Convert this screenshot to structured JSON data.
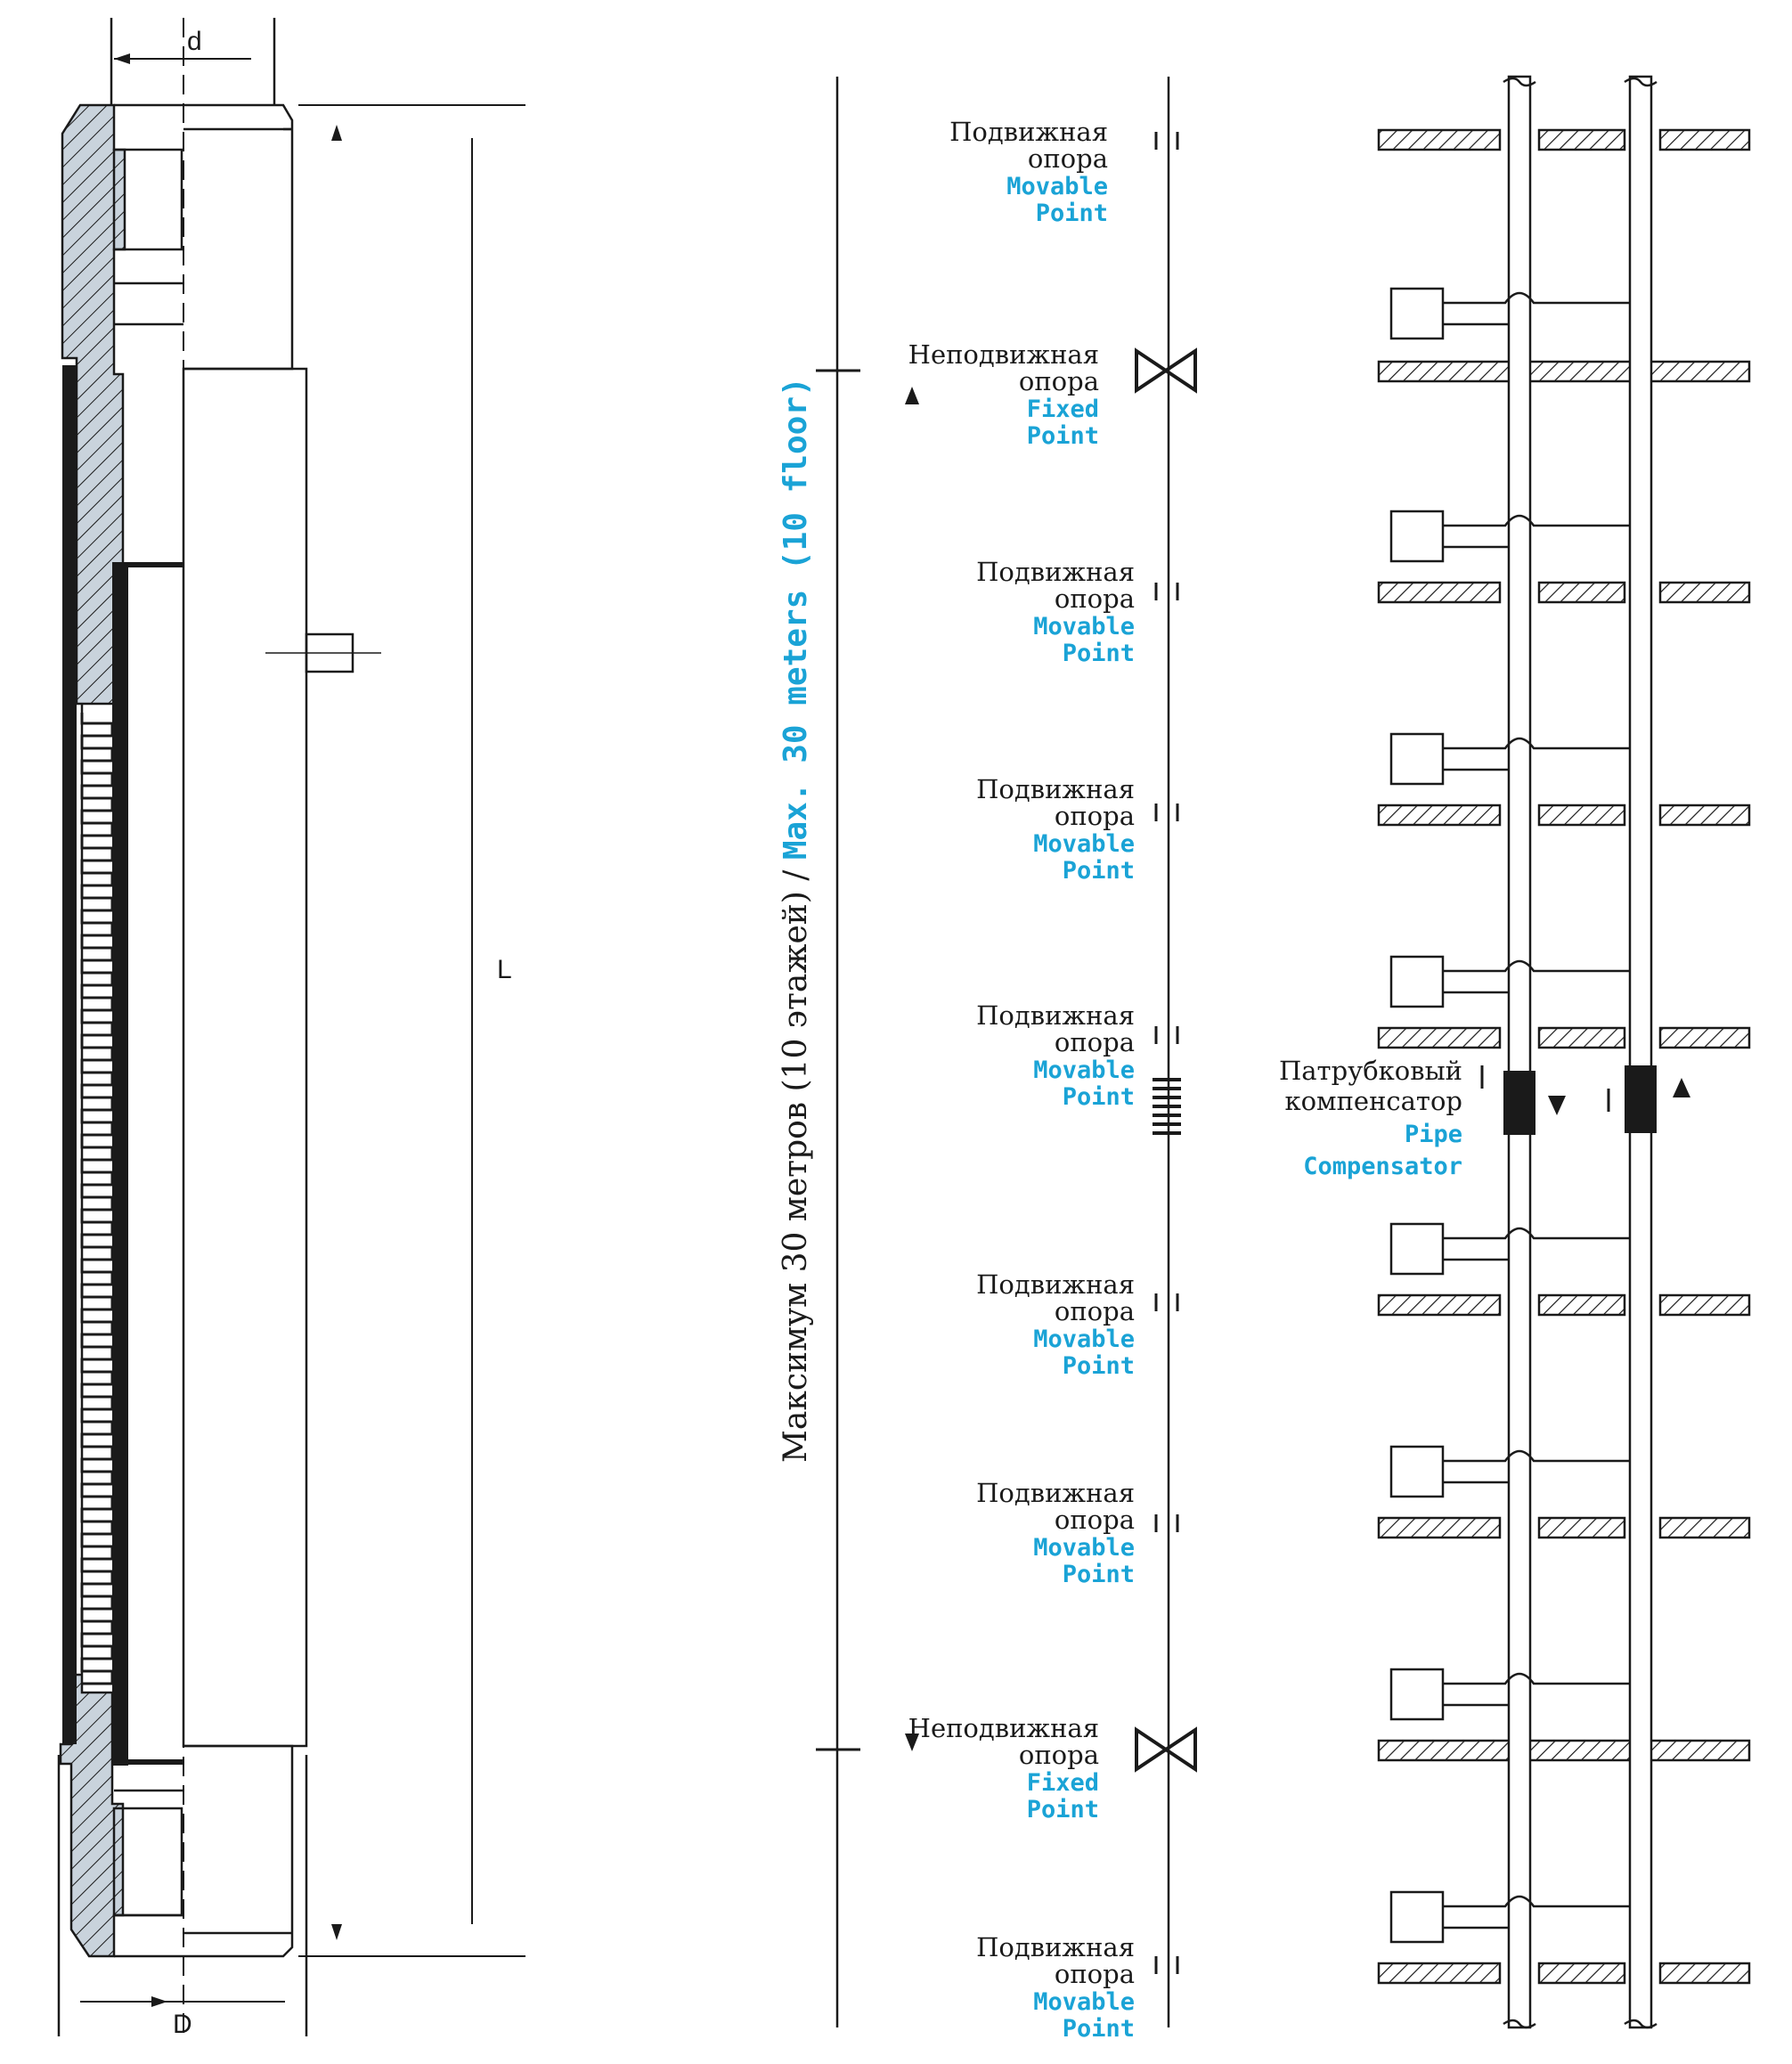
{
  "dimensions": {
    "d": "d",
    "L": "L",
    "D": "D"
  },
  "span_label": {
    "ru": "Максимум 30 метров (10 этажей)",
    "sep": " / ",
    "en": "Max. 30 meters (10 floor)"
  },
  "supports": [
    {
      "type": "movable",
      "ru1": "Подвижная",
      "ru2": "опора",
      "en1": "Movable",
      "en2": "Point"
    },
    {
      "type": "fixed",
      "ru1": "Неподвижная",
      "ru2": "опора",
      "en1": "Fixed",
      "en2": "Point"
    },
    {
      "type": "movable",
      "ru1": "Подвижная",
      "ru2": "опора",
      "en1": "Movable",
      "en2": "Point"
    },
    {
      "type": "movable",
      "ru1": "Подвижная",
      "ru2": "опора",
      "en1": "Movable",
      "en2": "Point"
    },
    {
      "type": "movable-compensator",
      "ru1": "Подвижная",
      "ru2": "опора",
      "en1": "Movable",
      "en2": "Point"
    },
    {
      "type": "movable",
      "ru1": "Подвижная",
      "ru2": "опора",
      "en1": "Movable",
      "en2": "Point"
    },
    {
      "type": "movable",
      "ru1": "Подвижная",
      "ru2": "опора",
      "en1": "Movable",
      "en2": "Point"
    },
    {
      "type": "fixed",
      "ru1": "Неподвижная",
      "ru2": "опора",
      "en1": "Fixed",
      "en2": "Point"
    },
    {
      "type": "movable",
      "ru1": "Подвижная",
      "ru2": "опора",
      "en1": "Movable",
      "en2": "Point"
    }
  ],
  "compensator": {
    "ru1": "Патрубковый",
    "ru2": "компенсатор",
    "en1": "Pipe",
    "en2": "Compensator"
  },
  "colors": {
    "accent": "#1aa3d6",
    "ink": "#1a1a1a",
    "hatch_fill": "#c9d3dc"
  }
}
